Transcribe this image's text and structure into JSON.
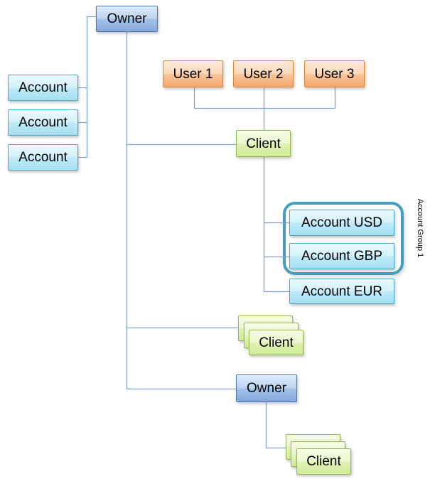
{
  "colors": {
    "line": "#7da3cd",
    "blue_top": "#dcebfa",
    "blue_bottom": "#85a9dc",
    "blue_border": "#4a76b5",
    "cyan_top": "#ecfafd",
    "cyan_bottom": "#a5e0f3",
    "cyan_border": "#45a9c8",
    "orange_top": "#fdeada",
    "orange_bottom": "#f5a76c",
    "orange_border": "#dd8434",
    "green_top": "#f5fce6",
    "green_bottom": "#cfeb96",
    "green_border": "#94b84d",
    "group_border": "#429ebc"
  },
  "diagram": {
    "owner_top": "Owner",
    "left_accounts": [
      "Account",
      "Account",
      "Account"
    ],
    "users": [
      "User 1",
      "User 2",
      "User 3"
    ],
    "client": "Client",
    "account_group": {
      "label": "Account Group 1",
      "accounts": [
        "Account USD",
        "Account GBP"
      ]
    },
    "account_eur": "Account EUR",
    "client_stack_1": "Client",
    "owner_2": "Owner",
    "client_stack_2": "Client"
  }
}
